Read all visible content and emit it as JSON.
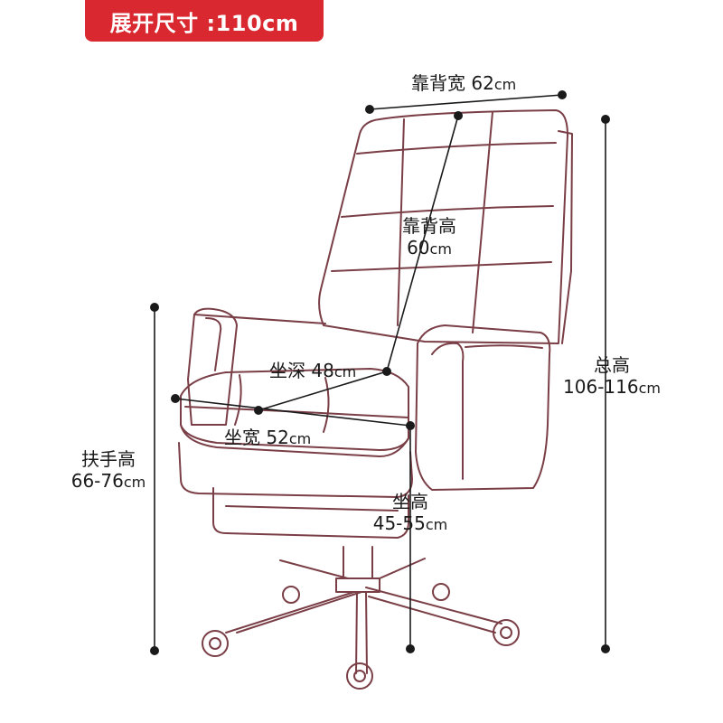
{
  "badge": {
    "text": "展开尺寸 :110cm"
  },
  "dimensions": {
    "backrest_width": {
      "label": "靠背宽",
      "value": "62",
      "unit": "cm"
    },
    "backrest_height": {
      "label": "靠背高",
      "value": "60",
      "unit": "cm"
    },
    "seat_depth": {
      "label": "坐深",
      "value": "48",
      "unit": "cm"
    },
    "seat_width": {
      "label": "坐宽",
      "value": "52",
      "unit": "cm"
    },
    "armrest_height": {
      "label": "扶手高",
      "value": "66-76",
      "unit": "cm"
    },
    "seat_height": {
      "label": "坐高",
      "value": "45-55",
      "unit": "cm"
    },
    "total_height": {
      "label": "总高",
      "value": "106-116",
      "unit": "cm"
    }
  }
}
